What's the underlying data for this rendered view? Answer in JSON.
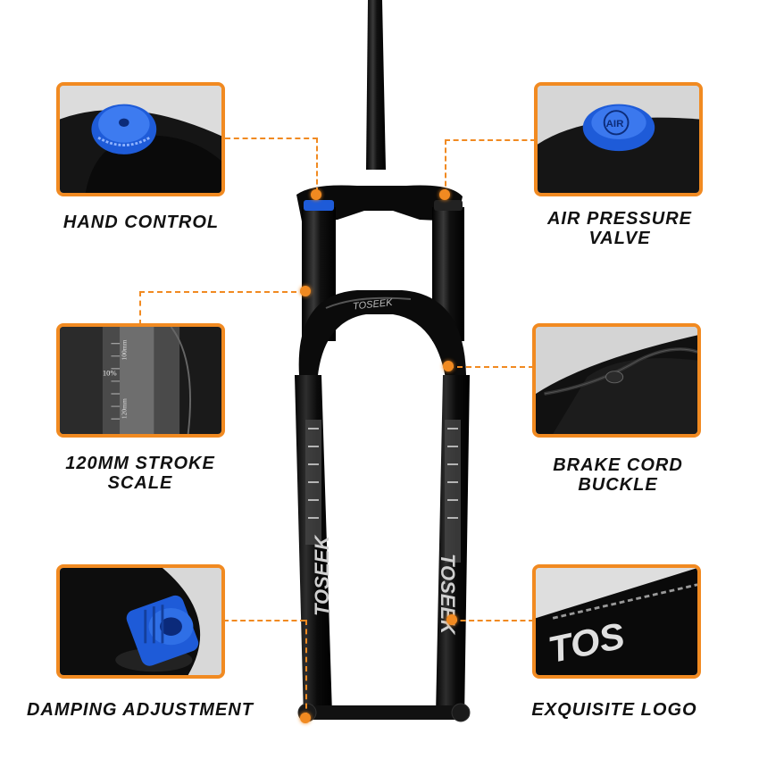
{
  "callouts": {
    "hand_control": "HAND CONTROL",
    "air_pressure_line1": "AIR PRESSURE",
    "air_pressure_line2": "VALVE",
    "stroke_scale": "120MM STROKE SCALE",
    "brake_cord_line1": "BRAKE CORD",
    "brake_cord_line2": "BUCKLE",
    "damping": "DAMPING ADJUSTMENT",
    "logo": "EXQUISITE LOGO"
  },
  "brand": {
    "crown_text": "TOSEEK",
    "leg_text": "TOSEEK",
    "logo_closeup_text": "TOS"
  },
  "stroke_scale_marks": {
    "top": "100mm",
    "mid": "10%",
    "bottom": "120mm"
  },
  "valve_text": "AIR",
  "colors": {
    "accent_orange": "#f18a21",
    "anodized_blue": "#1e5bd8",
    "fork_black": "#0b0b0b"
  }
}
